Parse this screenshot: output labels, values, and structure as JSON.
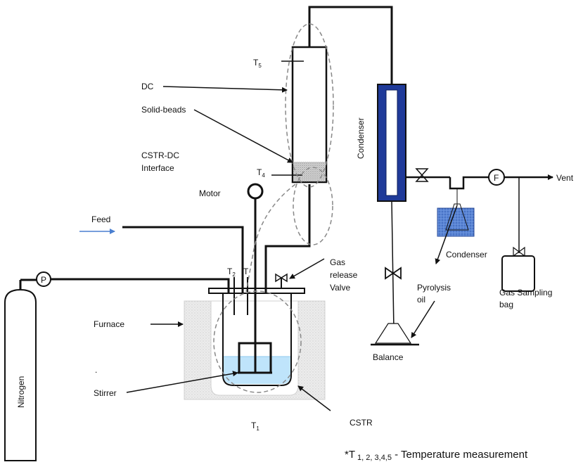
{
  "labels": {
    "t5": "T",
    "t5_sub": "5",
    "dc": "DC",
    "solid_beads": "Solid-beads",
    "cstr_dc_interface_1": "CSTR-DC",
    "cstr_dc_interface_2": "Interface",
    "t4": "T",
    "t4_sub": "4",
    "motor": "Motor",
    "feed": "Feed",
    "condenser_vertical": "Condenser",
    "f_meter": "F",
    "vent": "Vent",
    "condenser_collector": "Condenser",
    "pyrolysis_1": "Pyrolysis",
    "pyrolysis_2": "oil",
    "gas_sampling_1": "Gas Sampling",
    "gas_sampling_2": "bag",
    "balance": "Balance",
    "gas_release_1": "Gas",
    "gas_release_2": "release",
    "gas_release_3": "Valve",
    "t2": "T",
    "t2_sub": "2",
    "t3": "T",
    "p_gauge": "P",
    "nitrogen": "Nitrogen",
    "furnace": "Furnace",
    "dot": ".",
    "stirrer": "Stirrer",
    "t1": "T",
    "t1_sub": "1",
    "cstr": "CSTR"
  },
  "caption": {
    "prefix": "*T",
    "subscripts": " 1, 2, 3,4,5",
    "suffix": " - Temperature measurement"
  },
  "colors": {
    "line": "#111111",
    "feed_arrow": "#4a7fd0",
    "condenser_fill": "#1f3a99",
    "liquid": "#bfe4fb",
    "furnace": "#e8e8e8",
    "collector": "#4a72c8",
    "dashed": "#888888"
  }
}
